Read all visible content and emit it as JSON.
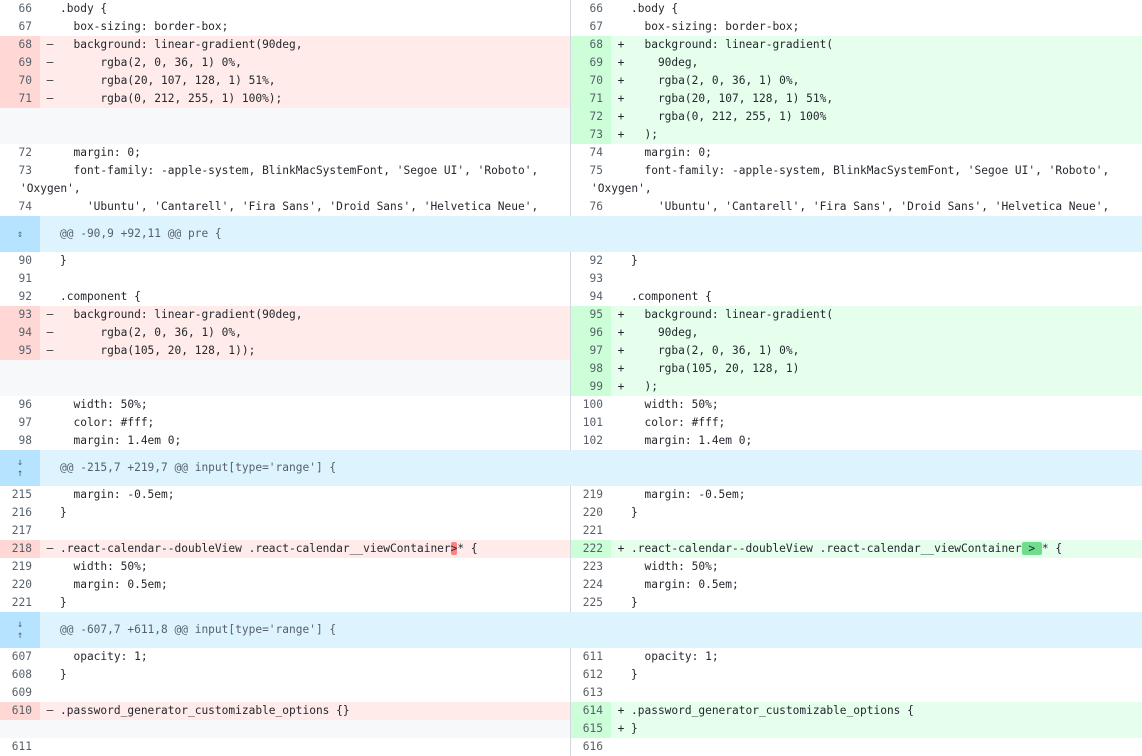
{
  "rows": [
    {
      "t": "ctx",
      "ln": "66",
      "rn": "66",
      "lc": ".body {",
      "rc": ".body {"
    },
    {
      "t": "ctx",
      "ln": "67",
      "rn": "67",
      "lc": "  box-sizing: border-box;",
      "rc": "  box-sizing: border-box;"
    },
    {
      "t": "chg",
      "ln": "68",
      "rn": "68",
      "lc": "  background: linear-gradient(90deg,",
      "rc": "  background: linear-gradient("
    },
    {
      "t": "chg",
      "ln": "69",
      "rn": "69",
      "lc": "      rgba(2, 0, 36, 1) 0%,",
      "rc": "    90deg,"
    },
    {
      "t": "chg",
      "ln": "70",
      "rn": "70",
      "lc": "      rgba(20, 107, 128, 1) 51%,",
      "rc": "    rgba(2, 0, 36, 1) 0%,"
    },
    {
      "t": "chg",
      "ln": "71",
      "rn": "71",
      "lc": "      rgba(0, 212, 255, 1) 100%);",
      "rc": "    rgba(20, 107, 128, 1) 51%,"
    },
    {
      "t": "add",
      "ln": "",
      "rn": "72",
      "lc": "",
      "rc": "    rgba(0, 212, 255, 1) 100%"
    },
    {
      "t": "add",
      "ln": "",
      "rn": "73",
      "lc": "",
      "rc": "  );"
    },
    {
      "t": "ctx",
      "ln": "72",
      "rn": "74",
      "lc": "  margin: 0;",
      "rc": "  margin: 0;"
    },
    {
      "t": "ctx",
      "ln": "73",
      "rn": "75",
      "lc": "  font-family: -apple-system, BlinkMacSystemFont, 'Segoe UI', 'Roboto',",
      "rc": "  font-family: -apple-system, BlinkMacSystemFont, 'Segoe UI', 'Roboto',"
    },
    {
      "t": "wrap",
      "ln": "",
      "rn": "",
      "lc": "'Oxygen',",
      "rc": "'Oxygen',"
    },
    {
      "t": "ctx",
      "ln": "74",
      "rn": "76",
      "lc": "    'Ubuntu', 'Cantarell', 'Fira Sans', 'Droid Sans', 'Helvetica Neue',",
      "rc": "    'Ubuntu', 'Cantarell', 'Fira Sans', 'Droid Sans', 'Helvetica Neue',"
    },
    {
      "t": "hunk",
      "text": "@@ -90,9 +92,11 @@ pre {",
      "icon": "expand-both"
    },
    {
      "t": "ctx",
      "ln": "90",
      "rn": "92",
      "lc": "}",
      "rc": "}"
    },
    {
      "t": "ctx",
      "ln": "91",
      "rn": "93",
      "lc": "",
      "rc": ""
    },
    {
      "t": "ctx",
      "ln": "92",
      "rn": "94",
      "lc": ".component {",
      "rc": ".component {"
    },
    {
      "t": "chg",
      "ln": "93",
      "rn": "95",
      "lc": "  background: linear-gradient(90deg,",
      "rc": "  background: linear-gradient("
    },
    {
      "t": "chg",
      "ln": "94",
      "rn": "96",
      "lc": "      rgba(2, 0, 36, 1) 0%,",
      "rc": "    90deg,"
    },
    {
      "t": "chg",
      "ln": "95",
      "rn": "97",
      "lc": "      rgba(105, 20, 128, 1));",
      "rc": "    rgba(2, 0, 36, 1) 0%,"
    },
    {
      "t": "add",
      "ln": "",
      "rn": "98",
      "lc": "",
      "rc": "    rgba(105, 20, 128, 1)"
    },
    {
      "t": "add",
      "ln": "",
      "rn": "99",
      "lc": "",
      "rc": "  );"
    },
    {
      "t": "ctx",
      "ln": "96",
      "rn": "100",
      "lc": "  width: 50%;",
      "rc": "  width: 50%;"
    },
    {
      "t": "ctx",
      "ln": "97",
      "rn": "101",
      "lc": "  color: #fff;",
      "rc": "  color: #fff;"
    },
    {
      "t": "ctx",
      "ln": "98",
      "rn": "102",
      "lc": "  margin: 1.4em 0;",
      "rc": "  margin: 1.4em 0;"
    },
    {
      "t": "hunk",
      "text": "@@ -215,7 +219,7 @@ input[type='range'] {",
      "icon": "expand-split"
    },
    {
      "t": "ctx",
      "ln": "215",
      "rn": "219",
      "lc": "  margin: -0.5em;",
      "rc": "  margin: -0.5em;"
    },
    {
      "t": "ctx",
      "ln": "216",
      "rn": "220",
      "lc": "}",
      "rc": "}"
    },
    {
      "t": "ctx",
      "ln": "217",
      "rn": "221",
      "lc": "",
      "rc": ""
    },
    {
      "t": "chg",
      "ln": "218",
      "rn": "222",
      "lc": ".react-calendar--doubleView .react-calendar__viewContainer>* {",
      "rc": ".react-calendar--doubleView .react-calendar__viewContainer > * {",
      "lhl": [
        58,
        59
      ],
      "rhl": [
        58,
        61
      ]
    },
    {
      "t": "ctx",
      "ln": "219",
      "rn": "223",
      "lc": "  width: 50%;",
      "rc": "  width: 50%;"
    },
    {
      "t": "ctx",
      "ln": "220",
      "rn": "224",
      "lc": "  margin: 0.5em;",
      "rc": "  margin: 0.5em;"
    },
    {
      "t": "ctx",
      "ln": "221",
      "rn": "225",
      "lc": "}",
      "rc": "}"
    },
    {
      "t": "hunk",
      "text": "@@ -607,7 +611,8 @@ input[type='range'] {",
      "icon": "expand-split"
    },
    {
      "t": "ctx",
      "ln": "607",
      "rn": "611",
      "lc": "  opacity: 1;",
      "rc": "  opacity: 1;"
    },
    {
      "t": "ctx",
      "ln": "608",
      "rn": "612",
      "lc": "}",
      "rc": "}"
    },
    {
      "t": "ctx",
      "ln": "609",
      "rn": "613",
      "lc": "",
      "rc": ""
    },
    {
      "t": "chg",
      "ln": "610",
      "rn": "614",
      "lc": ".password_generator_customizable_options {}",
      "rc": ".password_generator_customizable_options {"
    },
    {
      "t": "add",
      "ln": "",
      "rn": "615",
      "lc": "",
      "rc": "}"
    },
    {
      "t": "ctx",
      "ln": "611",
      "rn": "616",
      "lc": "",
      "rc": ""
    }
  ],
  "markers": {
    "del": "–",
    "add": "+"
  }
}
